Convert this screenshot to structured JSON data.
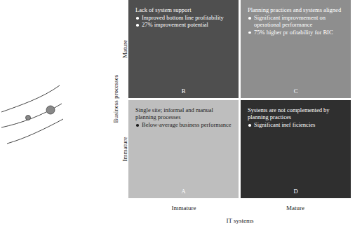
{
  "diagram": {
    "nodes": [
      {
        "text": [
          "Lack of system support",
          "Improved bottom line profitability",
          "27% improvement potential",
          "B"
        ]
      },
      {
        "text": [
          "Planning practices and systems aligned",
          "Significant improvmement on operational performance",
          "75% higher pr ofitability for BIC",
          "C"
        ]
      },
      {
        "text": [
          "Single site; informal and manual planning processes",
          "Below-average business performance",
          "A"
        ]
      },
      {
        "text": [
          "Systems are not complemented by planning practices",
          "Significant inef ficiencies",
          "D"
        ]
      }
    ],
    "labels": [
      "Mature",
      "Immature",
      "Business processes",
      "Immature",
      "Mature",
      "IT systems"
    ]
  }
}
